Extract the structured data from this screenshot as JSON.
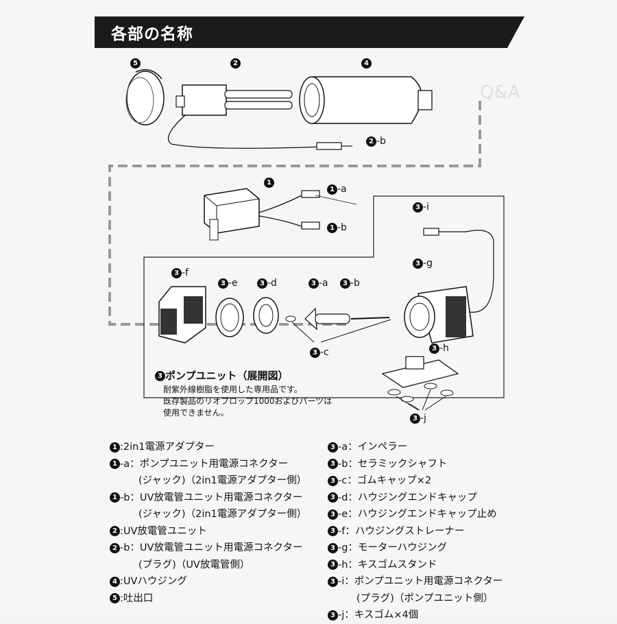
{
  "title": "各部の名称",
  "callouts": {
    "c5": "5",
    "c2": "2",
    "c4": "4",
    "c2b": "-b",
    "c1": "1",
    "c1a": "-a",
    "c1b": "-b",
    "c3i": "-i",
    "c3g": "-g",
    "c3f": "-f",
    "c3e": "-e",
    "c3d": "-d",
    "c3a": "-a",
    "c3bb": "-b",
    "c3c": "-c",
    "c3h": "-h",
    "c3j": "-j"
  },
  "note": {
    "head": "ポンプユニット（展開図）",
    "lines": [
      "耐紫外線樹脂を使用した専用品です。",
      "既存製品のリオプロップ1000およびパーツは",
      "使用できません。"
    ]
  },
  "legend_left": [
    {
      "num": "1",
      "text": ":2in1電源アダプター",
      "sub": false
    },
    {
      "num": "1",
      "text": "-a：ポンプユニット用電源コネクター",
      "sub": false
    },
    {
      "num": "",
      "text": "(ジャック)（2in1電源アダプター側）",
      "sub": true
    },
    {
      "num": "1",
      "text": "-b：UV放電管ユニット用電源コネクター",
      "sub": false
    },
    {
      "num": "",
      "text": "(ジャック)（2in1電源アダプター側）",
      "sub": true
    },
    {
      "num": "2",
      "text": ":UV放電管ユニット",
      "sub": false
    },
    {
      "num": "2",
      "text": "-b：UV放電管ユニット用電源コネクター",
      "sub": false
    },
    {
      "num": "",
      "text": "(プラグ)（UV放電管側）",
      "sub": true
    },
    {
      "num": "4",
      "text": ":UVハウジング",
      "sub": false
    },
    {
      "num": "5",
      "text": ":吐出口",
      "sub": false
    }
  ],
  "legend_right": [
    {
      "num": "3",
      "text": "-a：インペラー",
      "sub": false
    },
    {
      "num": "3",
      "text": "-b：セラミックシャフト",
      "sub": false
    },
    {
      "num": "3",
      "text": "-c：ゴムキャップ×2",
      "sub": false
    },
    {
      "num": "3",
      "text": "-d：ハウジングエンドキャップ",
      "sub": false
    },
    {
      "num": "3",
      "text": "-e：ハウジングエンドキャップ止め",
      "sub": false
    },
    {
      "num": "3",
      "text": "-f：ハウジングストレーナー",
      "sub": false
    },
    {
      "num": "3",
      "text": "-g：モーターハウジング",
      "sub": false
    },
    {
      "num": "3",
      "text": "-h：キスゴムスタンド",
      "sub": false
    },
    {
      "num": "3",
      "text": "-i：ポンプユニット用電源コネクター",
      "sub": false
    },
    {
      "num": "",
      "text": "(プラグ)（ポンプユニット側）",
      "sub": true
    },
    {
      "num": "3",
      "text": "-j：キスゴム×4個",
      "sub": false
    }
  ]
}
